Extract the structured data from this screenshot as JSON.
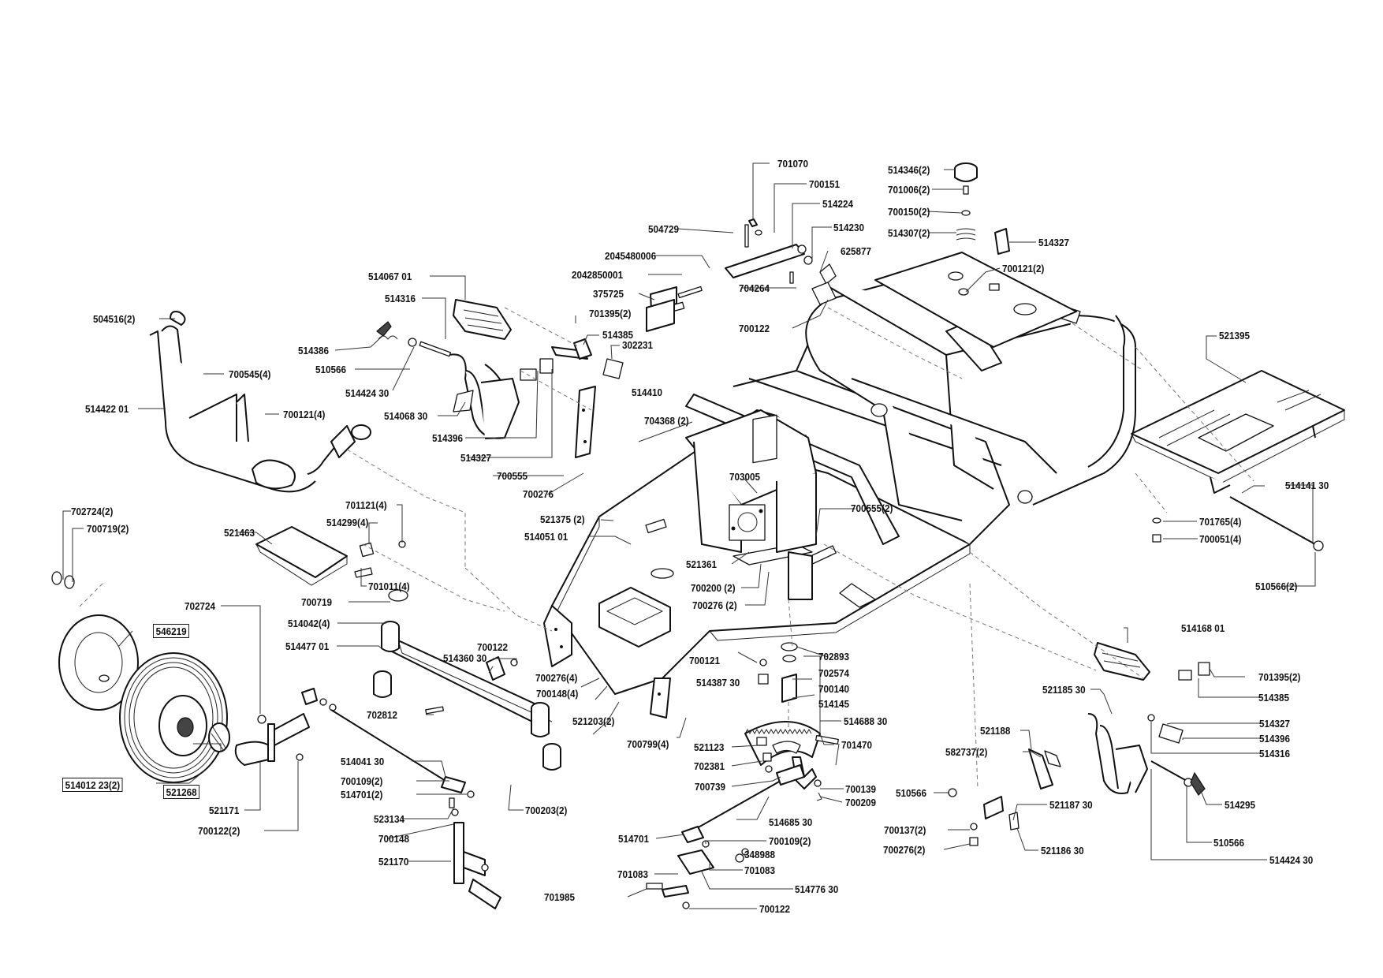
{
  "diagram": {
    "colors": {
      "ink": "#111111",
      "background": "#ffffff"
    },
    "labels": [
      {
        "id": "l01",
        "text": "701070"
      },
      {
        "id": "l02",
        "text": "700151"
      },
      {
        "id": "l03",
        "text": "514224"
      },
      {
        "id": "l04",
        "text": "504729"
      },
      {
        "id": "l05",
        "text": "514230"
      },
      {
        "id": "l06",
        "text": "625877"
      },
      {
        "id": "l07",
        "text": "2045480006"
      },
      {
        "id": "l08",
        "text": "2042850001"
      },
      {
        "id": "l09",
        "text": "375725"
      },
      {
        "id": "l10",
        "text": "704264"
      },
      {
        "id": "l11",
        "text": "514346(2)"
      },
      {
        "id": "l12",
        "text": "701006(2)"
      },
      {
        "id": "l13",
        "text": "700150(2)"
      },
      {
        "id": "l14",
        "text": "514307(2)"
      },
      {
        "id": "l15",
        "text": "514327"
      },
      {
        "id": "l16",
        "text": "700121(2)"
      },
      {
        "id": "l17",
        "text": "700122"
      },
      {
        "id": "l18",
        "text": "514067 01"
      },
      {
        "id": "l19",
        "text": "514316"
      },
      {
        "id": "l20",
        "text": "701395(2)"
      },
      {
        "id": "l21",
        "text": "514385"
      },
      {
        "id": "l22",
        "text": "302231"
      },
      {
        "id": "l23",
        "text": "504516(2)"
      },
      {
        "id": "l24",
        "text": "514386"
      },
      {
        "id": "l25",
        "text": "510566"
      },
      {
        "id": "l26",
        "text": "700545(4)"
      },
      {
        "id": "l27",
        "text": "514424 30"
      },
      {
        "id": "l28",
        "text": "514410"
      },
      {
        "id": "l29",
        "text": "514422 01"
      },
      {
        "id": "l30",
        "text": "700121(4)"
      },
      {
        "id": "l31",
        "text": "514068 30"
      },
      {
        "id": "l32",
        "text": "704368 (2)"
      },
      {
        "id": "l33",
        "text": "514396"
      },
      {
        "id": "l34",
        "text": "514327"
      },
      {
        "id": "l35",
        "text": "700555"
      },
      {
        "id": "l36",
        "text": "700276"
      },
      {
        "id": "l37",
        "text": "521395"
      },
      {
        "id": "l38",
        "text": "703005"
      },
      {
        "id": "l39",
        "text": "700555(2)"
      },
      {
        "id": "l40",
        "text": "521375 (2)"
      },
      {
        "id": "l41",
        "text": "514051 01"
      },
      {
        "id": "l42",
        "text": "514141 30"
      },
      {
        "id": "l43",
        "text": "702724(2)"
      },
      {
        "id": "l44",
        "text": "700719(2)"
      },
      {
        "id": "l45",
        "text": "701121(4)"
      },
      {
        "id": "l46",
        "text": "514299(4)"
      },
      {
        "id": "l47",
        "text": "521463"
      },
      {
        "id": "l48",
        "text": "521361"
      },
      {
        "id": "l49",
        "text": "701765(4)"
      },
      {
        "id": "l50",
        "text": "700051(4)"
      },
      {
        "id": "l51",
        "text": "701011(4)"
      },
      {
        "id": "l52",
        "text": "700200 (2)"
      },
      {
        "id": "l53",
        "text": "700276 (2)"
      },
      {
        "id": "l54",
        "text": "510566(2)"
      },
      {
        "id": "l55",
        "text": "700719"
      },
      {
        "id": "l56",
        "text": "702724"
      },
      {
        "id": "l57",
        "text": "514042(4)"
      },
      {
        "id": "l58",
        "text": "546219",
        "boxed": true
      },
      {
        "id": "l59",
        "text": "514477 01"
      },
      {
        "id": "l60",
        "text": "700122"
      },
      {
        "id": "l61",
        "text": "514360 30"
      },
      {
        "id": "l62",
        "text": "514168 01"
      },
      {
        "id": "l63",
        "text": "702893"
      },
      {
        "id": "l64",
        "text": "702574"
      },
      {
        "id": "l65",
        "text": "700121"
      },
      {
        "id": "l66",
        "text": "700140"
      },
      {
        "id": "l67",
        "text": "700276(4)"
      },
      {
        "id": "l68",
        "text": "514387 30"
      },
      {
        "id": "l69",
        "text": "514145"
      },
      {
        "id": "l70",
        "text": "700148(4)"
      },
      {
        "id": "l71",
        "text": "521185 30"
      },
      {
        "id": "l72",
        "text": "701395(2)"
      },
      {
        "id": "l73",
        "text": "514385"
      },
      {
        "id": "l74",
        "text": "702812"
      },
      {
        "id": "l75",
        "text": "521203(2)"
      },
      {
        "id": "l76",
        "text": "514688 30"
      },
      {
        "id": "l77",
        "text": "514327"
      },
      {
        "id": "l78",
        "text": "521188"
      },
      {
        "id": "l79",
        "text": "514396"
      },
      {
        "id": "l80",
        "text": "521123"
      },
      {
        "id": "l81",
        "text": "700799(4)"
      },
      {
        "id": "l82",
        "text": "701470"
      },
      {
        "id": "l83",
        "text": "514316"
      },
      {
        "id": "l84",
        "text": "702381"
      },
      {
        "id": "l85",
        "text": "582737(2)"
      },
      {
        "id": "l86",
        "text": "514012 23(2)",
        "boxed": true
      },
      {
        "id": "l87",
        "text": "521268",
        "boxed": true
      },
      {
        "id": "l88",
        "text": "514041 30"
      },
      {
        "id": "l89",
        "text": "700109(2)"
      },
      {
        "id": "l90",
        "text": "514701(2)"
      },
      {
        "id": "l91",
        "text": "700739"
      },
      {
        "id": "l92",
        "text": "700139"
      },
      {
        "id": "l93",
        "text": "510566"
      },
      {
        "id": "l94",
        "text": "700209"
      },
      {
        "id": "l95",
        "text": "521187 30"
      },
      {
        "id": "l96",
        "text": "514295"
      },
      {
        "id": "l97",
        "text": "521171"
      },
      {
        "id": "l98",
        "text": "700203(2)"
      },
      {
        "id": "l99",
        "text": "523134"
      },
      {
        "id": "l100",
        "text": "514685 30"
      },
      {
        "id": "l101",
        "text": "700122(2)"
      },
      {
        "id": "l102",
        "text": "700148"
      },
      {
        "id": "l103",
        "text": "700137(2)"
      },
      {
        "id": "l104",
        "text": "514701"
      },
      {
        "id": "l105",
        "text": "700109(2)"
      },
      {
        "id": "l106",
        "text": "521186 30"
      },
      {
        "id": "l107",
        "text": "510566"
      },
      {
        "id": "l108",
        "text": "700276(2)"
      },
      {
        "id": "l109",
        "text": "348988"
      },
      {
        "id": "l110",
        "text": "514424 30"
      },
      {
        "id": "l111",
        "text": "521170"
      },
      {
        "id": "l112",
        "text": "701083"
      },
      {
        "id": "l113",
        "text": "701083"
      },
      {
        "id": "l114",
        "text": "514776 30"
      },
      {
        "id": "l115",
        "text": "701985"
      },
      {
        "id": "l116",
        "text": "700122"
      }
    ]
  }
}
